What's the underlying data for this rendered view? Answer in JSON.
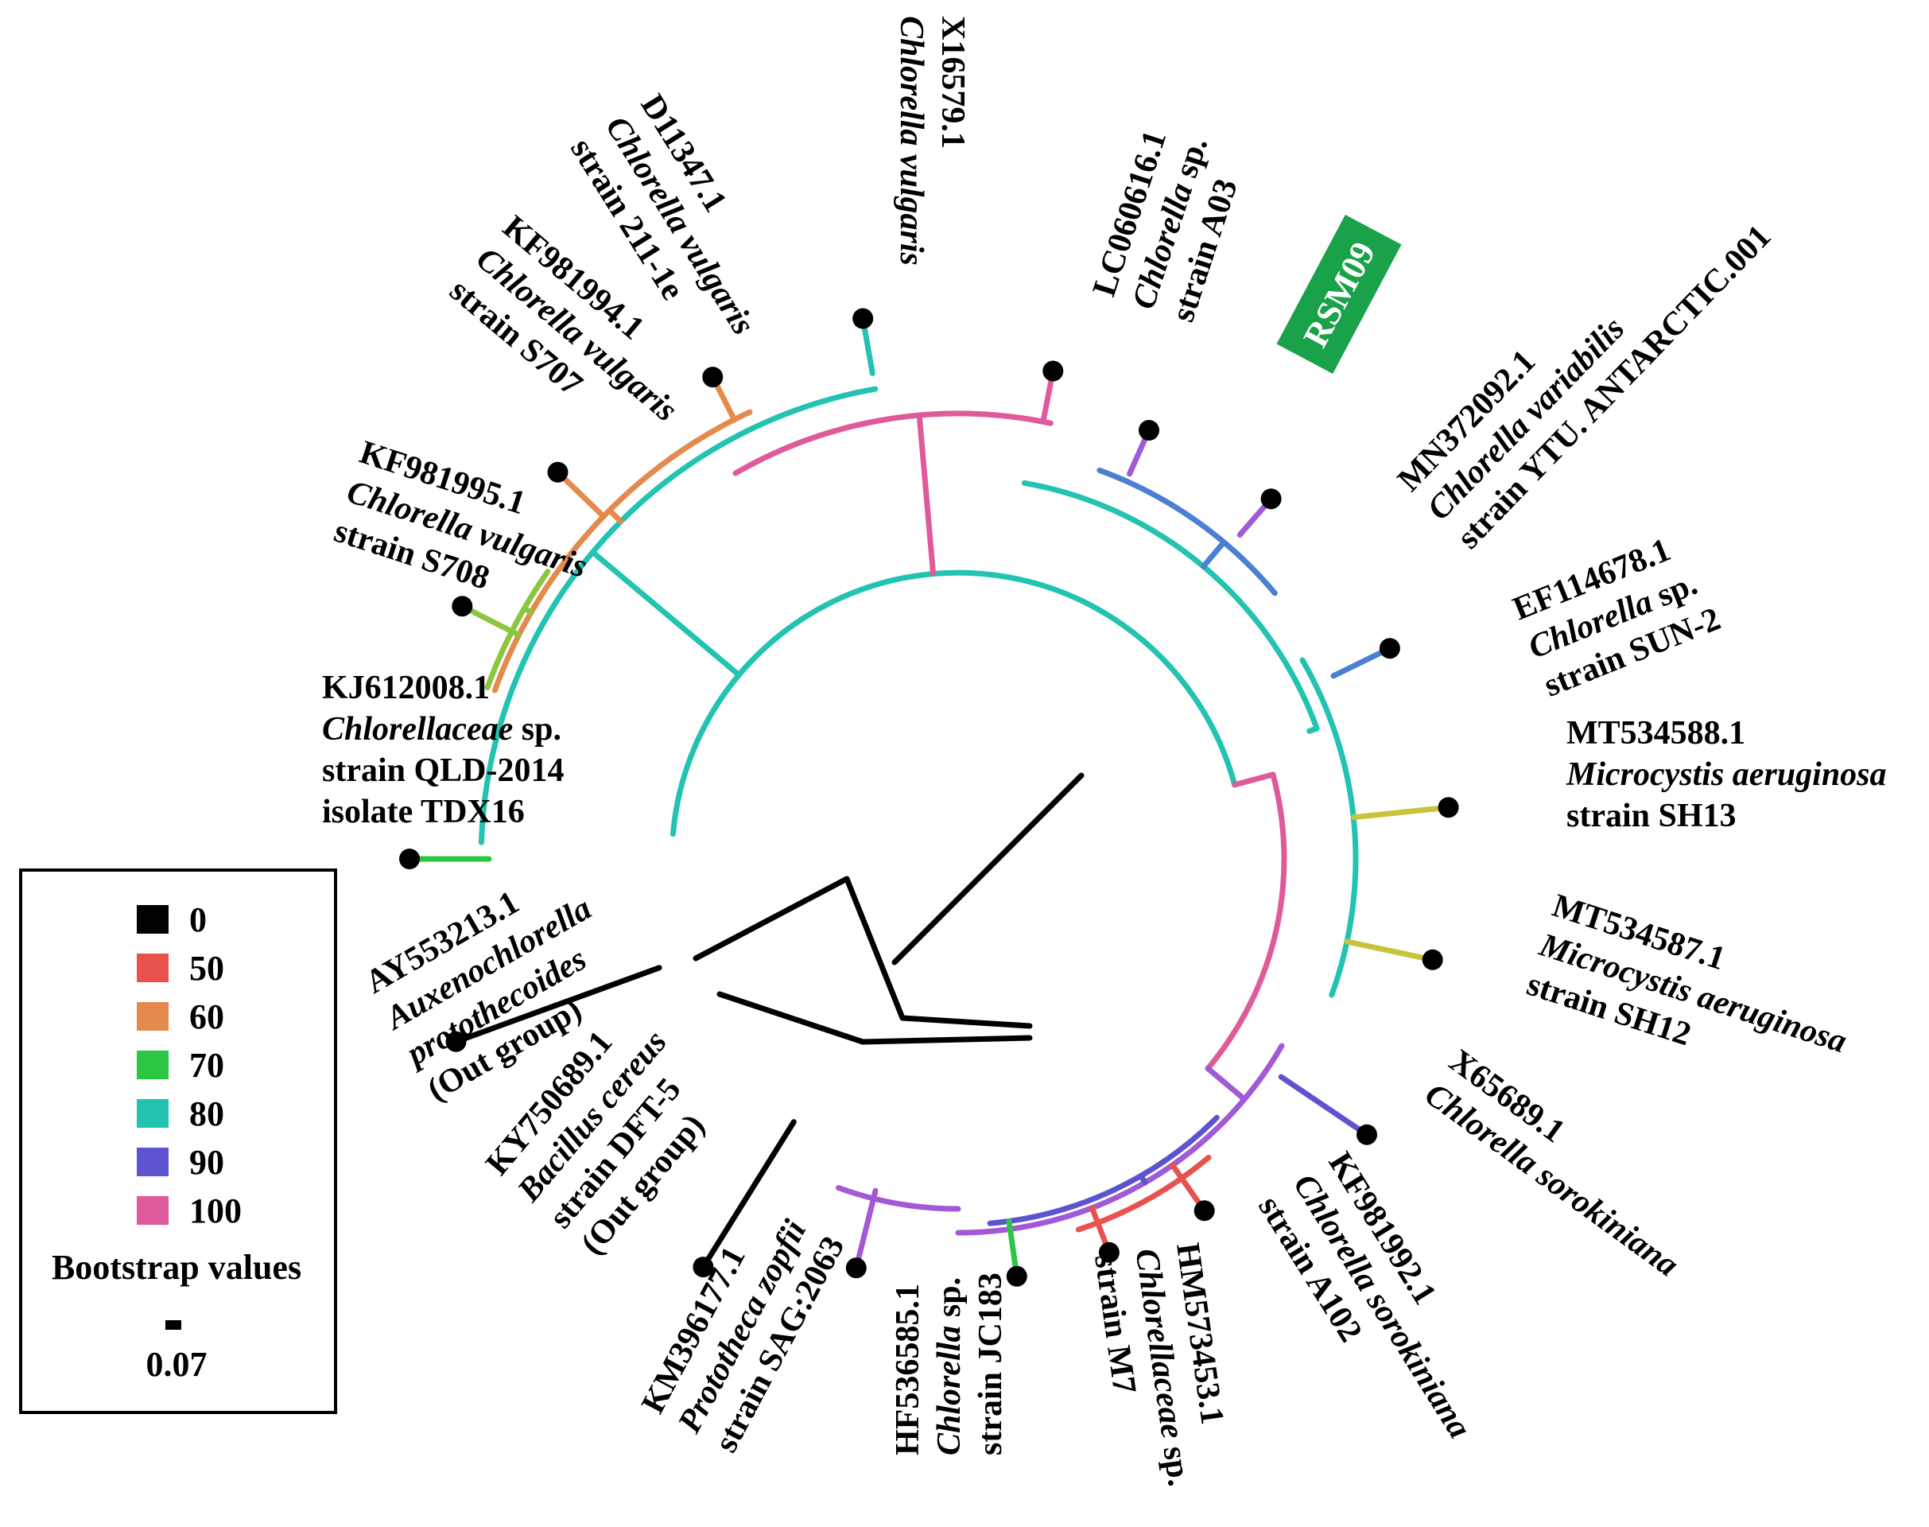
{
  "bootstrap_colors": {
    "0": "#000000",
    "50": "#e8524e",
    "60": "#e38a4c",
    "70": "#2cc742",
    "80": "#22c3b0",
    "90": "#5e53cf",
    "100": "#df5a9a",
    "purple": "#a259d6",
    "blue": "#4a7fd4",
    "lime": "#8cc63f",
    "olive": "#c9c23a"
  },
  "highlight_color": "#1aa24a",
  "highlight_label": "RSM09",
  "legend": {
    "title": "Bootstrap values",
    "scale_label": "0.07",
    "items": [
      {
        "value": "0",
        "color": "#000000"
      },
      {
        "value": "50",
        "color": "#e8524e"
      },
      {
        "value": "60",
        "color": "#e38a4c"
      },
      {
        "value": "70",
        "color": "#2cc742"
      },
      {
        "value": "80",
        "color": "#22c3b0"
      },
      {
        "value": "90",
        "color": "#5e53cf"
      },
      {
        "value": "100",
        "color": "#df5a9a"
      }
    ]
  },
  "taxa": [
    {
      "id": "MN372092.1",
      "lines": [
        [
          [
            "MN372092.1",
            ""
          ]
        ],
        [
          [
            "Chlorella variabilis",
            "sp"
          ]
        ],
        [
          [
            "strain YTU. ANTARCTIC.001",
            ""
          ]
        ]
      ]
    },
    {
      "id": "EF114678.1",
      "lines": [
        [
          [
            "EF114678.1",
            ""
          ]
        ],
        [
          [
            "Chlorella",
            "sp"
          ],
          [
            " sp.",
            ""
          ]
        ],
        [
          [
            "strain SUN-2",
            ""
          ]
        ]
      ]
    },
    {
      "id": "MT534588.1",
      "lines": [
        [
          [
            "MT534588.1",
            ""
          ]
        ],
        [
          [
            "Microcystis aeruginosa",
            "sp"
          ]
        ],
        [
          [
            "strain SH13",
            ""
          ]
        ]
      ]
    },
    {
      "id": "MT534587.1",
      "lines": [
        [
          [
            "MT534587.1",
            ""
          ]
        ],
        [
          [
            "Microcystis aeruginosa",
            "sp"
          ]
        ],
        [
          [
            "strain SH12",
            ""
          ]
        ]
      ]
    },
    {
      "id": "X65689.1",
      "lines": [
        [
          [
            "X65689.1",
            ""
          ]
        ],
        [
          [
            "Chlorella sorokiniana",
            "sp"
          ]
        ]
      ]
    },
    {
      "id": "KF981992.1",
      "lines": [
        [
          [
            "KF981992.1",
            ""
          ]
        ],
        [
          [
            "Chlorella sorokiniana",
            "sp"
          ]
        ],
        [
          [
            "strain A102",
            ""
          ]
        ]
      ]
    },
    {
      "id": "HM573453.1",
      "lines": [
        [
          [
            "HM573453.1",
            ""
          ]
        ],
        [
          [
            "Chlorellaceae",
            "sp"
          ],
          [
            " sp.",
            ""
          ]
        ],
        [
          [
            "strain M7",
            ""
          ]
        ]
      ]
    },
    {
      "id": "HF536585.1",
      "lines": [
        [
          [
            "HF536585.1",
            ""
          ]
        ],
        [
          [
            "Chlorella",
            "sp"
          ],
          [
            " sp.",
            ""
          ]
        ],
        [
          [
            "strain JC183",
            ""
          ]
        ]
      ]
    },
    {
      "id": "KM396177.1",
      "lines": [
        [
          [
            "KM396177.1",
            ""
          ]
        ],
        [
          [
            "Prototheca zopfii",
            "sp"
          ]
        ],
        [
          [
            "strain SAG:2063",
            ""
          ]
        ]
      ]
    },
    {
      "id": "KY750689.1",
      "lines": [
        [
          [
            "KY750689.1",
            ""
          ]
        ],
        [
          [
            "Bacillus cereus",
            "sp"
          ]
        ],
        [
          [
            "strain DFT-5",
            ""
          ]
        ],
        [
          [
            "(Out group)",
            ""
          ]
        ]
      ]
    },
    {
      "id": "AY553213.1",
      "lines": [
        [
          [
            "AY553213.1",
            ""
          ]
        ],
        [
          [
            "Auxenochlorella",
            "sp"
          ]
        ],
        [
          [
            "protothecoides",
            "sp"
          ]
        ],
        [
          [
            "(Out group)",
            ""
          ]
        ]
      ]
    },
    {
      "id": "KJ612008.1",
      "lines": [
        [
          [
            "KJ612008.1",
            ""
          ]
        ],
        [
          [
            "Chlorellaceae",
            "sp"
          ],
          [
            " sp.",
            ""
          ]
        ],
        [
          [
            "strain QLD-2014",
            ""
          ]
        ],
        [
          [
            "isolate TDX16",
            ""
          ]
        ]
      ]
    },
    {
      "id": "KF981995.1",
      "lines": [
        [
          [
            "KF981995.1",
            ""
          ]
        ],
        [
          [
            "Chlorella vulgaris",
            "sp"
          ]
        ],
        [
          [
            "strain S708",
            ""
          ]
        ]
      ]
    },
    {
      "id": "KF981994.1",
      "lines": [
        [
          [
            "KF981994.1",
            ""
          ]
        ],
        [
          [
            "Chlorella vulgaris",
            "sp"
          ]
        ],
        [
          [
            "strain S707",
            ""
          ]
        ]
      ]
    },
    {
      "id": "D11347.1",
      "lines": [
        [
          [
            "D11347.1",
            ""
          ]
        ],
        [
          [
            "Chlorella vulgaris",
            "sp"
          ]
        ],
        [
          [
            "strain 211-1e",
            ""
          ]
        ]
      ]
    },
    {
      "id": "X16579.1",
      "lines": [
        [
          [
            "X16579.1",
            ""
          ]
        ],
        [
          [
            "Chlorella vulgaris",
            "sp"
          ]
        ]
      ]
    },
    {
      "id": "LC060616.1",
      "lines": [
        [
          [
            "LC060616.1",
            ""
          ]
        ],
        [
          [
            "Chlorella",
            "sp"
          ],
          [
            " sp.",
            ""
          ]
        ],
        [
          [
            "strain A03",
            ""
          ]
        ]
      ]
    }
  ]
}
